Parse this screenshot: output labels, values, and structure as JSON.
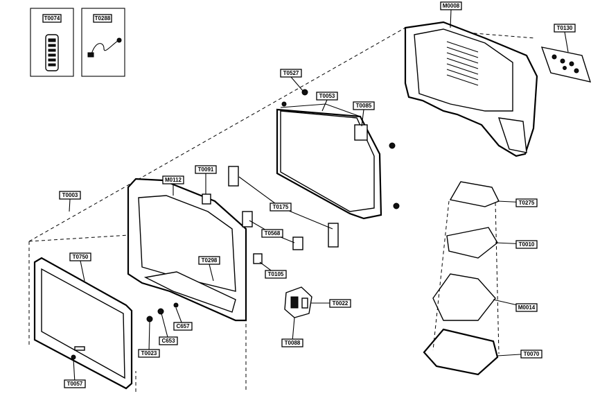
{
  "labels": {
    "T0074": "T0074",
    "T0288": "T0288",
    "M0008": "M0008",
    "T0130": "T0130",
    "T0527": "T0527",
    "T0053": "T0053",
    "T0085": "T0085",
    "T0091": "T0091",
    "M0112": "M0112",
    "T0003": "T0003",
    "T0175": "T0175",
    "T0568": "T0568",
    "T0750": "T0750",
    "T0298": "T0298",
    "T0105": "T0105",
    "T0022": "T0022",
    "T0088": "T0088",
    "C657": "C657",
    "C653": "C653",
    "T0023": "T0023",
    "T0057": "T0057",
    "T0275": "T0275",
    "T0010": "T0010",
    "M0014": "M0014",
    "T0070": "T0070"
  }
}
